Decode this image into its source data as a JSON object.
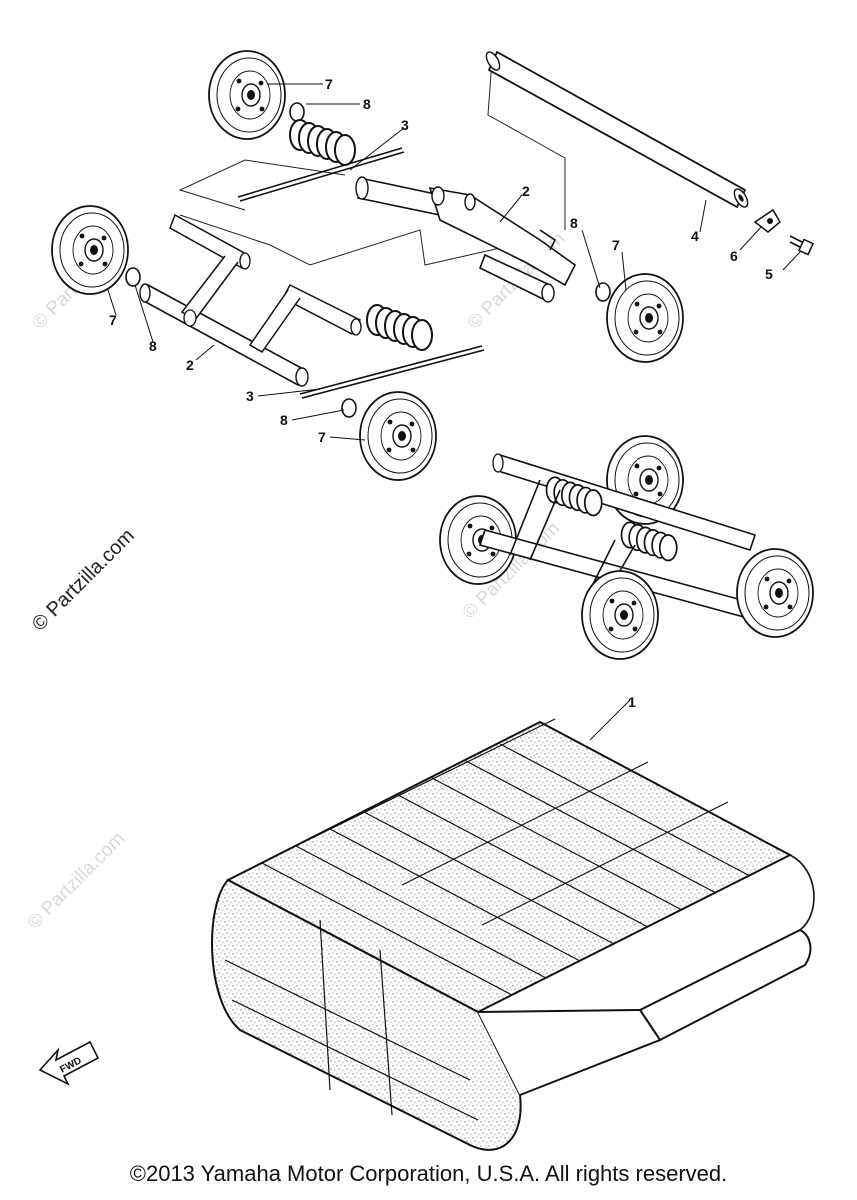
{
  "callouts": {
    "c1": "1",
    "c2a": "2",
    "c2b": "2",
    "c3a": "3",
    "c3b": "3",
    "c4": "4",
    "c5": "5",
    "c6": "6",
    "c7a": "7",
    "c7b": "7",
    "c7c": "7",
    "c7d": "7",
    "c8a": "8",
    "c8b": "8",
    "c8c": "8",
    "c8d": "8"
  },
  "fwd_label": "FWD",
  "watermarks": {
    "main": "© Partzilla.com",
    "faint": "© Partzilla.com"
  },
  "copyright": "©2013 Yamaha Motor Corporation, U.S.A. All rights reserved."
}
